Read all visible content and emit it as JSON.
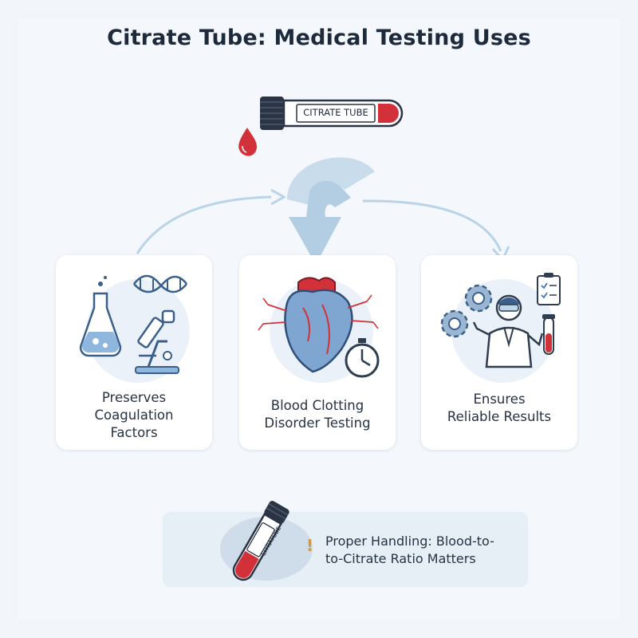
{
  "title": "Citrate Tube: Medical Testing Uses",
  "top_tube": {
    "label": "CITRATE TUBE"
  },
  "cards": [
    {
      "lines": [
        "Preserves",
        "Coagulation",
        "Factors"
      ]
    },
    {
      "lines": [
        "Blood Clotting",
        "Disorder Testing"
      ]
    },
    {
      "lines": [
        "Ensures",
        "Reliable Results"
      ]
    }
  ],
  "note": {
    "tube_label": "CITRATUBE",
    "bang": "!",
    "lines": [
      "Proper Handling: Blood-to-",
      "to-Citrate Ratio Matters"
    ]
  },
  "icons": [
    "blood-drop-icon",
    "flask-icon",
    "dna-icon",
    "microscope-icon",
    "heart-icon",
    "stopwatch-icon",
    "gear-icon",
    "scientist-icon",
    "clipboard-icon",
    "test-tube-icon"
  ],
  "colors": {
    "accent_blue": "#3e78b8",
    "blood_red": "#d2313a",
    "arrow_blue": "#bcd6ea",
    "background": "#f2f6fa"
  }
}
